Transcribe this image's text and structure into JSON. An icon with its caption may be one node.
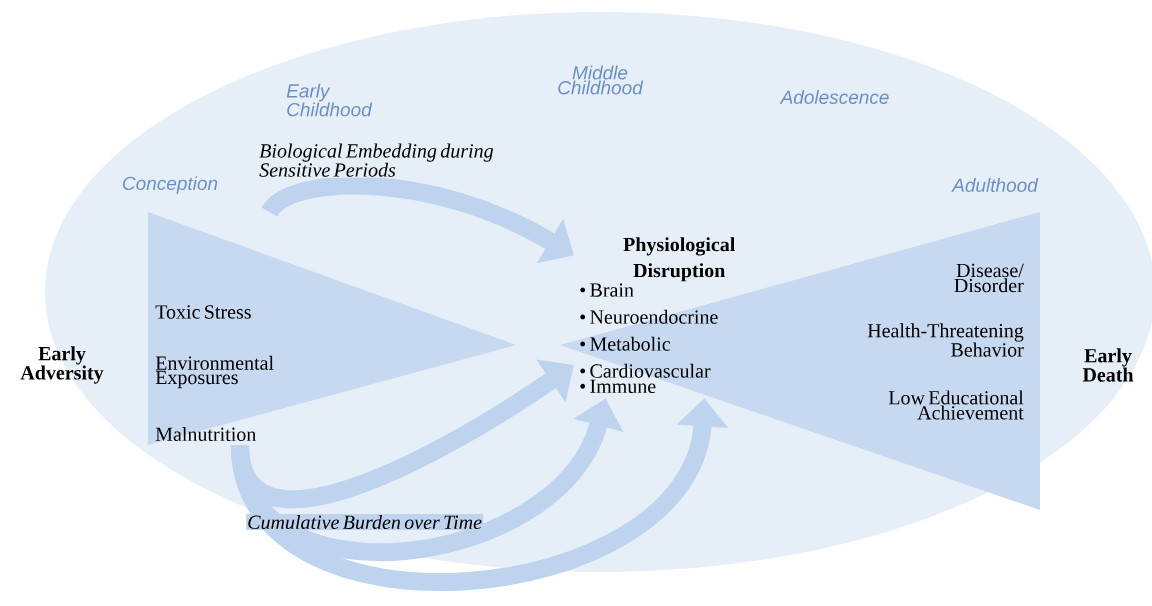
{
  "diagram": {
    "nodes": [
      {
        "text": [
          "Conception",
          "Early Childhood",
          "Middle Childhood",
          "Adolescence",
          "Adulthood"
        ]
      },
      {
        "text": [
          "Toxic Stress",
          "Environmental Exposures",
          "Malnutrition"
        ],
        "in": 0
      },
      {
        "text": [
          "Physiological Disruption",
          "• Brain",
          "• Neuroendocrine",
          "• Metabolic",
          "• Cardiovascular",
          "• Immune"
        ],
        "in": 0
      },
      {
        "text": [
          "Disease/ Disorder",
          "Health-Threatening Behavior",
          "Low Educational Achievement"
        ],
        "in": 0
      }
    ],
    "edges": [
      {
        "from": 1,
        "to": 2,
        "arrow": "to",
        "label": "Biological Embedding during Sensitive Periods"
      },
      {
        "from": 1,
        "to": 2,
        "arrow": "to",
        "label": "Cumulative Burden over Time"
      },
      {
        "from": 1,
        "to": 2,
        "arrow": "to"
      },
      {
        "from": 1,
        "to": 2,
        "arrow": "to"
      }
    ],
    "labels": [
      "Early Adversity",
      "Early Death"
    ]
  }
}
